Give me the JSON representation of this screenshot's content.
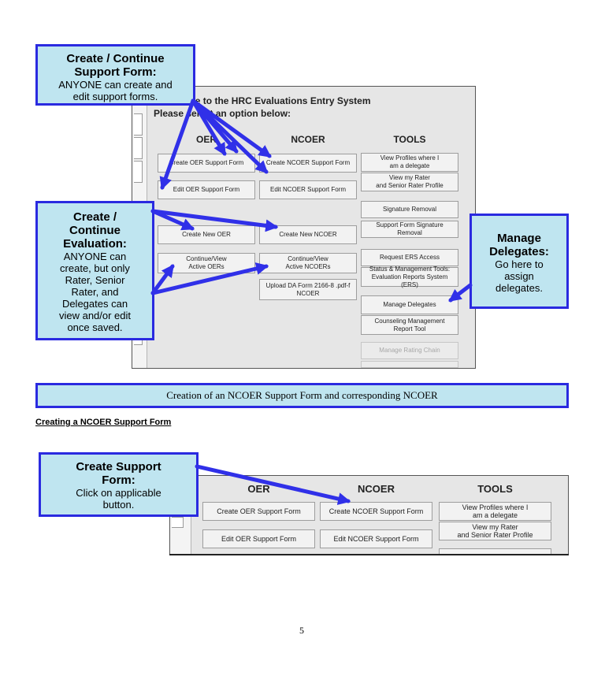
{
  "screenshot1": {
    "welcome_title": "Welcome to the HRC Evaluations Entry System",
    "select_prompt": "Please select an option below:",
    "col_oer": "OER",
    "col_ncoer": "NCOER",
    "col_tools": "TOOLS",
    "oer": {
      "create_support": "Create OER Support Form",
      "edit_support": "Edit OER Support Form",
      "create_new": "Create New OER",
      "continue_view": "Continue/View\nActive OERs"
    },
    "ncoer": {
      "create_support": "Create NCOER Support Form",
      "edit_support": "Edit NCOER Support Form",
      "create_new": "Create New NCOER",
      "continue_view": "Continue/View\nActive NCOERs",
      "upload": "Upload DA Form 2166-8 .pdf-f\nNCOER"
    },
    "tools": {
      "view_profiles": "View Profiles where I\nam a delegate",
      "view_rater": "View my Rater\nand Senior Rater Profile",
      "signature_removal": "Signature Removal",
      "support_sig_removal": "Support Form Signature Removal",
      "request_ers": "Request ERS Access",
      "status_mgmt": "Status & Management Tools:\nEvaluation Reports System (ERS)",
      "manage_delegates": "Manage Delegates",
      "counseling": "Counseling Management\nReport Tool",
      "manage_rating_chain": "Manage Rating Chain"
    }
  },
  "callouts": {
    "support_form": {
      "title": "Create / Continue\nSupport Form:",
      "body": "ANYONE can create and\nedit support forms."
    },
    "evaluation": {
      "title": "Create /\nContinue\nEvaluation:",
      "body": "ANYONE can\ncreate, but only\nRater, Senior\nRater, and\nDelegates can\nview and/or edit\nonce saved."
    },
    "delegates": {
      "title": "Manage\nDelegates:",
      "body": "Go here to\nassign\ndelegates."
    },
    "create_support": {
      "title": "Create Support\nForm:",
      "body": "Click on applicable\nbutton."
    }
  },
  "banner": "Creation of an NCOER Support Form and corresponding NCOER",
  "section_heading": "Creating a NCOER Support Form",
  "screenshot2": {
    "col_oer": "OER",
    "col_ncoer": "NCOER",
    "col_tools": "TOOLS",
    "create_oer_support": "Create OER Support Form",
    "create_ncoer_support": "Create NCOER Support Form",
    "view_profiles": "View Profiles where I\nam a delegate",
    "edit_oer_support": "Edit OER Support Form",
    "edit_ncoer_support": "Edit NCOER Support Form",
    "view_rater": "View my Rater\nand Senior Rater Profile"
  },
  "page_number": "5",
  "colors": {
    "callout_fill": "#bfe5f0",
    "callout_border": "#2a2ae0",
    "arrow": "#3030e8"
  }
}
